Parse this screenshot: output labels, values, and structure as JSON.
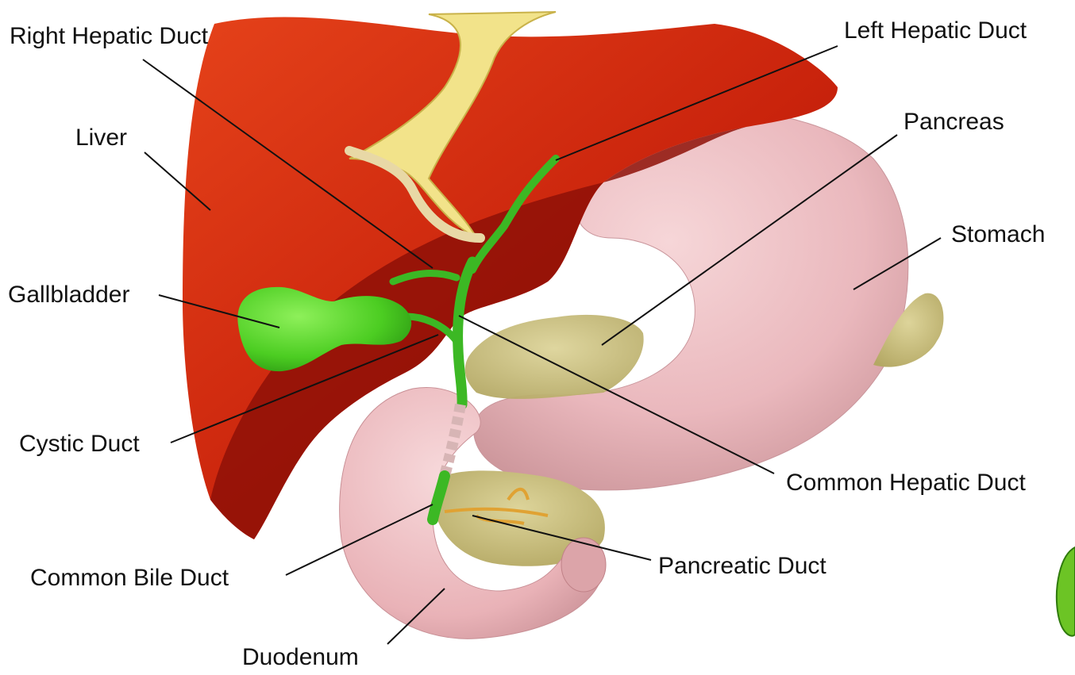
{
  "labels": {
    "right_hepatic_duct": "Right Hepatic Duct",
    "left_hepatic_duct": "Left Hepatic Duct",
    "liver": "Liver",
    "pancreas": "Pancreas",
    "stomach": "Stomach",
    "gallbladder": "Gallbladder",
    "cystic_duct": "Cystic Duct",
    "common_hepatic_duct": "Common Hepatic Duct",
    "common_bile_duct": "Common Bile Duct",
    "pancreatic_duct": "Pancreatic Duct",
    "duodenum": "Duodenum"
  },
  "colors": {
    "liver": "#c0200d",
    "liver_shadow": "#8a0d05",
    "bile_duct": "#3cb824",
    "gallbladder": "#45c81e",
    "stomach": "#e9b9bd",
    "pancreas": "#cfc383",
    "ligament": "#f1e48a"
  }
}
